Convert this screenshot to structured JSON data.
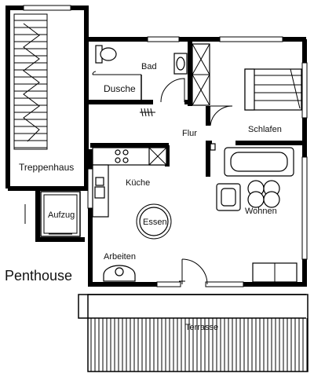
{
  "rooms": {
    "treppenhaus": "Treppenhaus",
    "aufzug": "Aufzug",
    "bad": "Bad",
    "dusche": "Dusche",
    "flur": "Flur",
    "schlafen": "Schlafen",
    "kueche": "Küche",
    "essen": "Essen",
    "wohnen": "Wohnen",
    "arbeiten": "Arbeiten",
    "terrasse": "Terrasse"
  },
  "floor_title": "Penthouse"
}
